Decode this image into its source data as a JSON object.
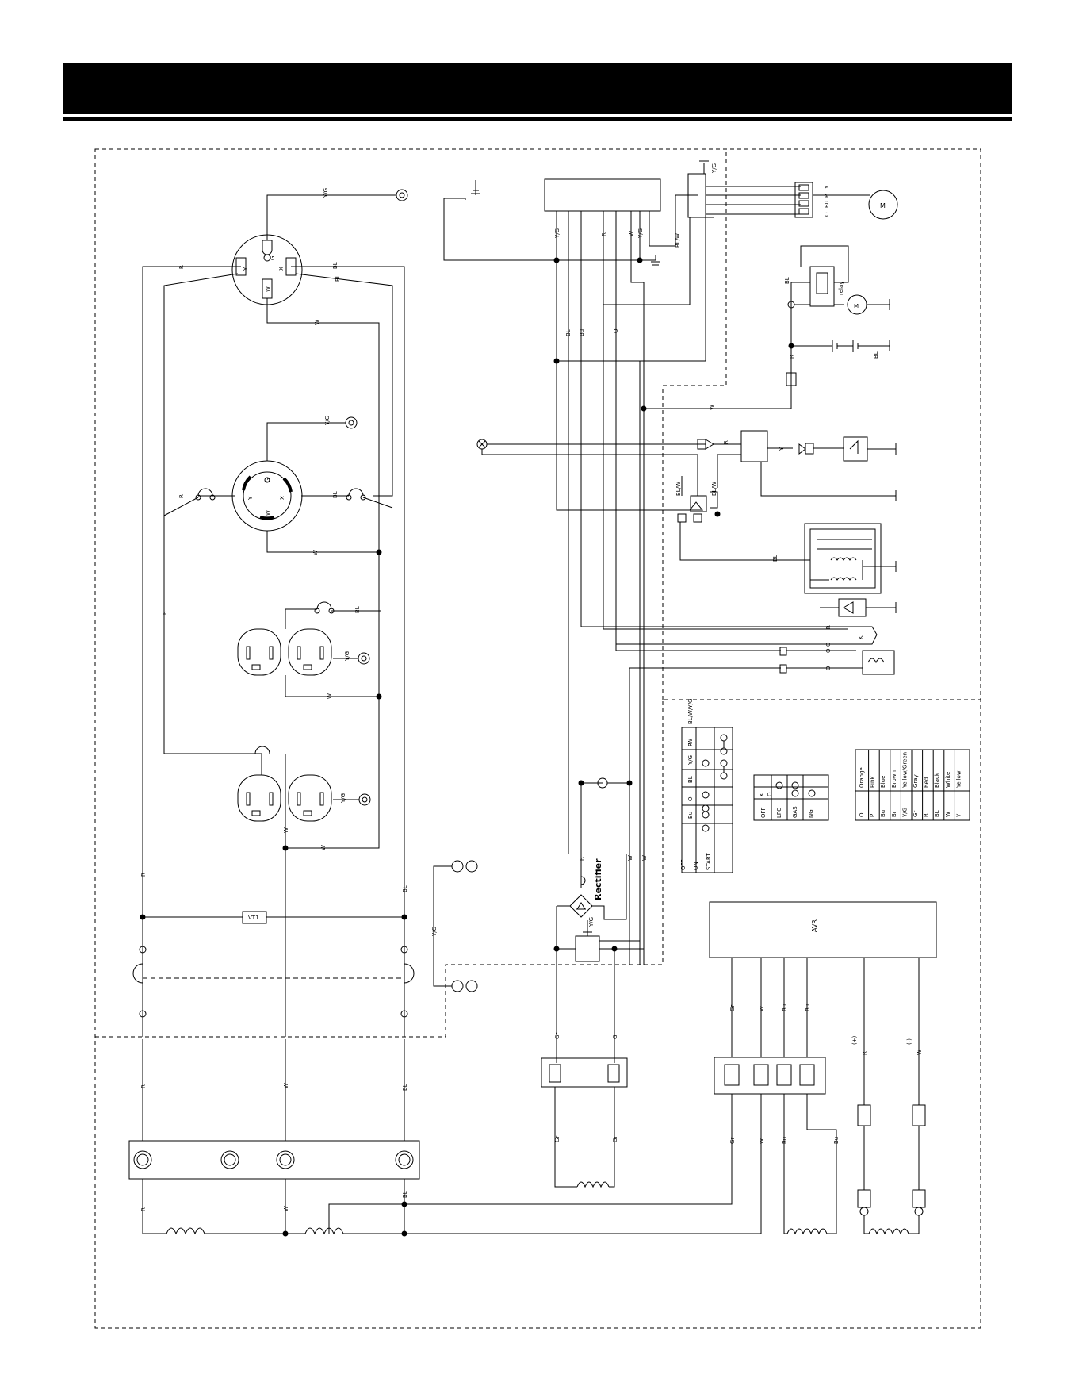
{
  "wire_codes": {
    "red": "R",
    "white": "W",
    "black": "BL",
    "yellow_green": "Y/G",
    "orange": "O",
    "pink": "P",
    "blue": "Bu",
    "brown": "Br",
    "gray": "Gr",
    "yellow": "Y",
    "black_white": "BL/W"
  },
  "labels": {
    "relay": "relay",
    "rectifier": "Rectifier",
    "avr": "AVR",
    "vt": "VT1",
    "motor": "M",
    "positive": "(+)",
    "negative": "(-)"
  },
  "color_legend": [
    {
      "code": "O",
      "name": "Orange"
    },
    {
      "code": "P",
      "name": "Pink"
    },
    {
      "code": "Bu",
      "name": "Blue"
    },
    {
      "code": "Br",
      "name": "Brown"
    },
    {
      "code": "Y/G",
      "name": "Yellow/Green"
    },
    {
      "code": "Gr",
      "name": "Gray"
    },
    {
      "code": "R",
      "name": "Red"
    },
    {
      "code": "BL",
      "name": "Black"
    },
    {
      "code": "W",
      "name": "White"
    },
    {
      "code": "Y",
      "name": "Yellow"
    }
  ],
  "ignition_table": {
    "columns": [
      "Bu",
      "O",
      "BL",
      "Y/G",
      "R",
      "W",
      "BL/W/Y/G"
    ],
    "rows": [
      "OFF",
      "ON",
      "START"
    ]
  },
  "fuel_table": {
    "columns": [
      "K",
      "O"
    ],
    "rows": [
      "OFF",
      "LPG",
      "GAS",
      "NG"
    ]
  },
  "colors": {
    "ink": "#000000",
    "background": "#ffffff"
  }
}
